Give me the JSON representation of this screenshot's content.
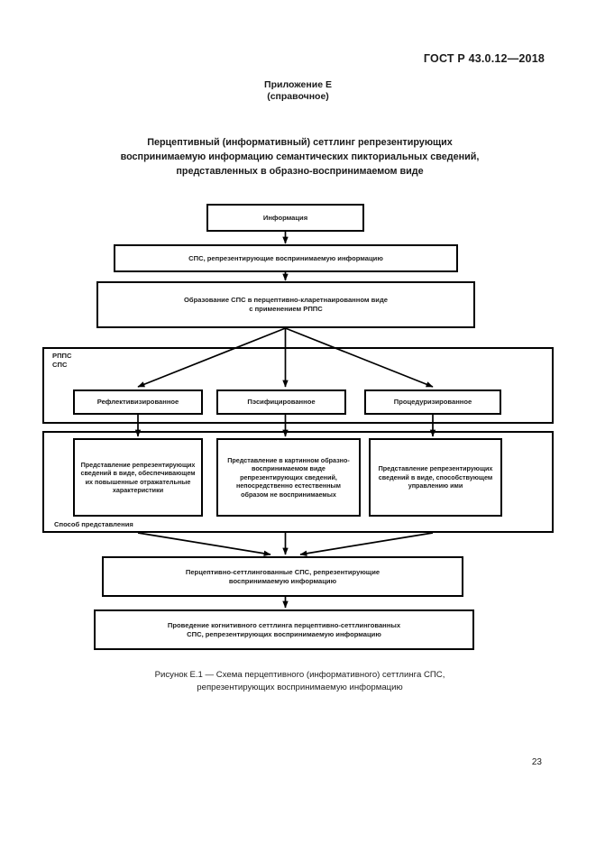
{
  "header": {
    "standard_code": "ГОСТ Р 43.0.12—2018"
  },
  "appendix": {
    "name": "Приложение Е",
    "kind": "(справочное)"
  },
  "title": {
    "line1": "Перцептивный (информативный) сеттлинг репрезентирующих",
    "line2": "воспринимаемую информацию семантических пикториальных сведений,",
    "line3": "представленных в образно-воспринимаемом виде"
  },
  "diagram": {
    "nodes": {
      "information": "Информация",
      "sps_representing": "СПС, репрезентирующие воспринимаемую информацию",
      "obrazovanie_line1": "Образование СПС в перцептивно-кларетнаированном виде",
      "obrazovanie_line2": "с применением РППС",
      "reflective": "Рефлективизированное",
      "pacified": "Пэсифицированное",
      "procedural": "Процедуризированное",
      "predst_otrazhatelnye": "Представление репрезентирующих сведений в виде, обеспечивающем их повышенные отражательные характеристики",
      "predst_kartinnoe": "Представление в картинном образно-воспринимаемом виде репрезентирующих сведений, непосредственно естественным образом не воспринимаемых",
      "predst_upravlenie": "Представление репрезентирующих сведений в виде, способствующем управлению ими",
      "perceptive_settled_line1": "Перцептивно-сеттлингованные СПС, репрезентирующие",
      "perceptive_settled_line2": "воспринимаемую информацию",
      "cognitive_settling_line1": "Проведение когнитивного сеттлинга перцептивно-сеттлингованных",
      "cognitive_settling_line2": "СПС, репрезентирующих воспринимаемую информацию"
    },
    "groups": {
      "rpps_label": "РППС\nСПС",
      "sposob_label": "Способ представления"
    },
    "colors": {
      "stroke": "#000000",
      "fill": "#ffffff",
      "text": "#1a1a1a"
    }
  },
  "caption": {
    "line1": "Рисунок Е.1 — Схема перцептивного (информативного) сеттлинга СПС,",
    "line2": "репрезентирующих воспринимаемую информацию"
  },
  "footer": {
    "page_number": "23"
  }
}
